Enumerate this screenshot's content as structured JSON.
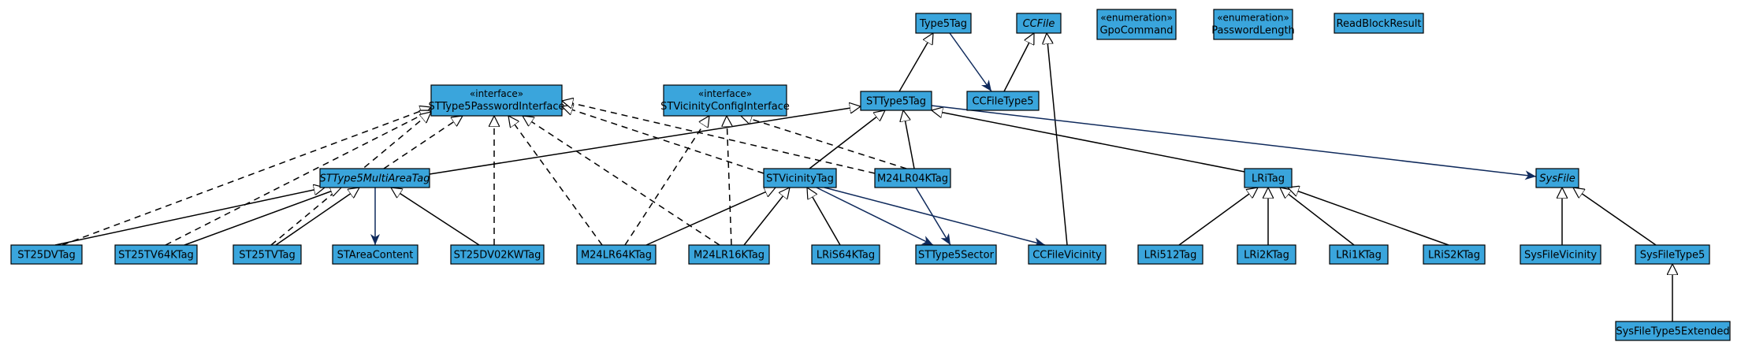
{
  "diagram": {
    "nodes": [
      {
        "id": "Type5Tag",
        "label": "Type5Tag",
        "italic": false,
        "stereotype": ""
      },
      {
        "id": "CCFile",
        "label": "CCFile",
        "italic": true,
        "stereotype": ""
      },
      {
        "id": "GpoCommand",
        "label": "GpoCommand",
        "italic": false,
        "stereotype": "«enumeration»"
      },
      {
        "id": "PasswordLength",
        "label": "PasswordLength",
        "italic": false,
        "stereotype": "«enumeration»"
      },
      {
        "id": "ReadBlockResult",
        "label": "ReadBlockResult",
        "italic": false,
        "stereotype": ""
      },
      {
        "id": "STType5PasswordInterface",
        "label": "STType5PasswordInterface",
        "italic": false,
        "stereotype": "«interface»"
      },
      {
        "id": "STVicinityConfigInterface",
        "label": "STVicinityConfigInterface",
        "italic": false,
        "stereotype": "«interface»"
      },
      {
        "id": "STType5Tag",
        "label": "STType5Tag",
        "italic": false,
        "stereotype": ""
      },
      {
        "id": "CCFileType5",
        "label": "CCFileType5",
        "italic": false,
        "stereotype": ""
      },
      {
        "id": "STType5MultiAreaTag",
        "label": "STType5MultiAreaTag",
        "italic": true,
        "stereotype": ""
      },
      {
        "id": "STVicinityTag",
        "label": "STVicinityTag",
        "italic": false,
        "stereotype": ""
      },
      {
        "id": "M24LR04KTag",
        "label": "M24LR04KTag",
        "italic": false,
        "stereotype": ""
      },
      {
        "id": "LRiTag",
        "label": "LRiTag",
        "italic": false,
        "stereotype": ""
      },
      {
        "id": "SysFile",
        "label": "SysFile",
        "italic": true,
        "stereotype": ""
      },
      {
        "id": "ST25DVTag",
        "label": "ST25DVTag",
        "italic": false,
        "stereotype": ""
      },
      {
        "id": "ST25TV64KTag",
        "label": "ST25TV64KTag",
        "italic": false,
        "stereotype": ""
      },
      {
        "id": "ST25TVTag",
        "label": "ST25TVTag",
        "italic": false,
        "stereotype": ""
      },
      {
        "id": "STAreaContent",
        "label": "STAreaContent",
        "italic": false,
        "stereotype": ""
      },
      {
        "id": "ST25DV02KWTag",
        "label": "ST25DV02KWTag",
        "italic": false,
        "stereotype": ""
      },
      {
        "id": "M24LR64KTag",
        "label": "M24LR64KTag",
        "italic": false,
        "stereotype": ""
      },
      {
        "id": "M24LR16KTag",
        "label": "M24LR16KTag",
        "italic": false,
        "stereotype": ""
      },
      {
        "id": "LRiS64KTag",
        "label": "LRiS64KTag",
        "italic": false,
        "stereotype": ""
      },
      {
        "id": "STType5Sector",
        "label": "STType5Sector",
        "italic": false,
        "stereotype": ""
      },
      {
        "id": "CCFileVicinity",
        "label": "CCFileVicinity",
        "italic": false,
        "stereotype": ""
      },
      {
        "id": "LRi512Tag",
        "label": "LRi512Tag",
        "italic": false,
        "stereotype": ""
      },
      {
        "id": "LRi2KTag",
        "label": "LRi2KTag",
        "italic": false,
        "stereotype": ""
      },
      {
        "id": "LRi1KTag",
        "label": "LRi1KTag",
        "italic": false,
        "stereotype": ""
      },
      {
        "id": "LRiS2KTag",
        "label": "LRiS2KTag",
        "italic": false,
        "stereotype": ""
      },
      {
        "id": "SysFileVicinity",
        "label": "SysFileVicinity",
        "italic": false,
        "stereotype": ""
      },
      {
        "id": "SysFileType5",
        "label": "SysFileType5",
        "italic": false,
        "stereotype": ""
      },
      {
        "id": "SysFileType5Extended",
        "label": "SysFileType5Extended",
        "italic": false,
        "stereotype": ""
      }
    ],
    "edges": [
      {
        "from": "STType5Tag",
        "to": "Type5Tag",
        "kind": "generalization"
      },
      {
        "from": "CCFileType5",
        "to": "CCFile",
        "kind": "generalization"
      },
      {
        "from": "CCFileVicinity",
        "to": "CCFile",
        "kind": "generalization"
      },
      {
        "from": "Type5Tag",
        "to": "CCFileType5",
        "kind": "association"
      },
      {
        "from": "STType5MultiAreaTag",
        "to": "STType5Tag",
        "kind": "generalization"
      },
      {
        "from": "STVicinityTag",
        "to": "STType5Tag",
        "kind": "generalization"
      },
      {
        "from": "M24LR04KTag",
        "to": "STType5Tag",
        "kind": "generalization"
      },
      {
        "from": "LRiTag",
        "to": "STType5Tag",
        "kind": "generalization"
      },
      {
        "from": "STType5Tag",
        "to": "SysFile",
        "kind": "association"
      },
      {
        "from": "STType5MultiAreaTag",
        "to": "STType5PasswordInterface",
        "kind": "realization"
      },
      {
        "from": "STVicinityTag",
        "to": "STType5PasswordInterface",
        "kind": "realization"
      },
      {
        "from": "M24LR04KTag",
        "to": "STType5PasswordInterface",
        "kind": "realization"
      },
      {
        "from": "ST25DVTag",
        "to": "STType5PasswordInterface",
        "kind": "realization"
      },
      {
        "from": "ST25TV64KTag",
        "to": "STType5PasswordInterface",
        "kind": "realization"
      },
      {
        "from": "ST25TVTag",
        "to": "STType5PasswordInterface",
        "kind": "realization"
      },
      {
        "from": "ST25DV02KWTag",
        "to": "STType5PasswordInterface",
        "kind": "realization"
      },
      {
        "from": "M24LR64KTag",
        "to": "STType5PasswordInterface",
        "kind": "realization"
      },
      {
        "from": "M24LR16KTag",
        "to": "STType5PasswordInterface",
        "kind": "realization"
      },
      {
        "from": "M24LR64KTag",
        "to": "STVicinityConfigInterface",
        "kind": "realization"
      },
      {
        "from": "M24LR16KTag",
        "to": "STVicinityConfigInterface",
        "kind": "realization"
      },
      {
        "from": "M24LR04KTag",
        "to": "STVicinityConfigInterface",
        "kind": "realization"
      },
      {
        "from": "ST25DVTag",
        "to": "STType5MultiAreaTag",
        "kind": "generalization"
      },
      {
        "from": "ST25TV64KTag",
        "to": "STType5MultiAreaTag",
        "kind": "generalization"
      },
      {
        "from": "ST25TVTag",
        "to": "STType5MultiAreaTag",
        "kind": "generalization"
      },
      {
        "from": "ST25DV02KWTag",
        "to": "STType5MultiAreaTag",
        "kind": "generalization"
      },
      {
        "from": "STType5MultiAreaTag",
        "to": "STAreaContent",
        "kind": "association"
      },
      {
        "from": "M24LR64KTag",
        "to": "STVicinityTag",
        "kind": "generalization"
      },
      {
        "from": "M24LR16KTag",
        "to": "STVicinityTag",
        "kind": "generalization"
      },
      {
        "from": "LRiS64KTag",
        "to": "STVicinityTag",
        "kind": "generalization"
      },
      {
        "from": "STVicinityTag",
        "to": "STType5Sector",
        "kind": "association"
      },
      {
        "from": "STVicinityTag",
        "to": "CCFileVicinity",
        "kind": "association"
      },
      {
        "from": "M24LR04KTag",
        "to": "STType5Sector",
        "kind": "association"
      },
      {
        "from": "LRi512Tag",
        "to": "LRiTag",
        "kind": "generalization"
      },
      {
        "from": "LRi2KTag",
        "to": "LRiTag",
        "kind": "generalization"
      },
      {
        "from": "LRi1KTag",
        "to": "LRiTag",
        "kind": "generalization"
      },
      {
        "from": "LRiS2KTag",
        "to": "LRiTag",
        "kind": "generalization"
      },
      {
        "from": "SysFileVicinity",
        "to": "SysFile",
        "kind": "generalization"
      },
      {
        "from": "SysFileType5",
        "to": "SysFile",
        "kind": "generalization"
      },
      {
        "from": "SysFileType5Extended",
        "to": "SysFileType5",
        "kind": "generalization"
      }
    ]
  }
}
